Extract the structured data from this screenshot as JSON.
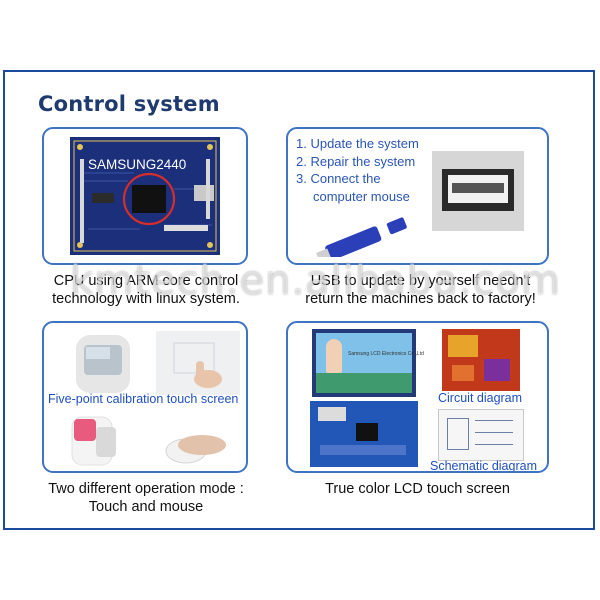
{
  "title": "Control system",
  "watermark": "kmtech.en.alibaba.com",
  "panels": {
    "cpu": {
      "board_label": "SAMSUNG2440",
      "caption_line1": "CPU using ARM core control",
      "caption_line2": "technology with linux system."
    },
    "usb": {
      "steps": [
        "1. Update the system",
        "2. Repair the system",
        "3. Connect the",
        "computer mouse"
      ],
      "caption_line1": "USB to update by yourself needn't",
      "caption_line2": "return the machines back to factory!"
    },
    "touch": {
      "label": "Five-point calibration touch screen",
      "caption_line1": "Two different operation mode :",
      "caption_line2": "Touch and mouse"
    },
    "lcd": {
      "circuit_label": "Circuit diagram",
      "schematic_label": "Schematic diagram",
      "screen_text": "Samsung LCD Electronics Co.,Ltd",
      "caption": "True color LCD touch screen"
    }
  },
  "colors": {
    "frame": "#1c4a9c",
    "card_border": "#3f74c4",
    "title": "#1f3a6e",
    "step_text": "#2a56b4",
    "pcb": "#1c2f7a"
  }
}
